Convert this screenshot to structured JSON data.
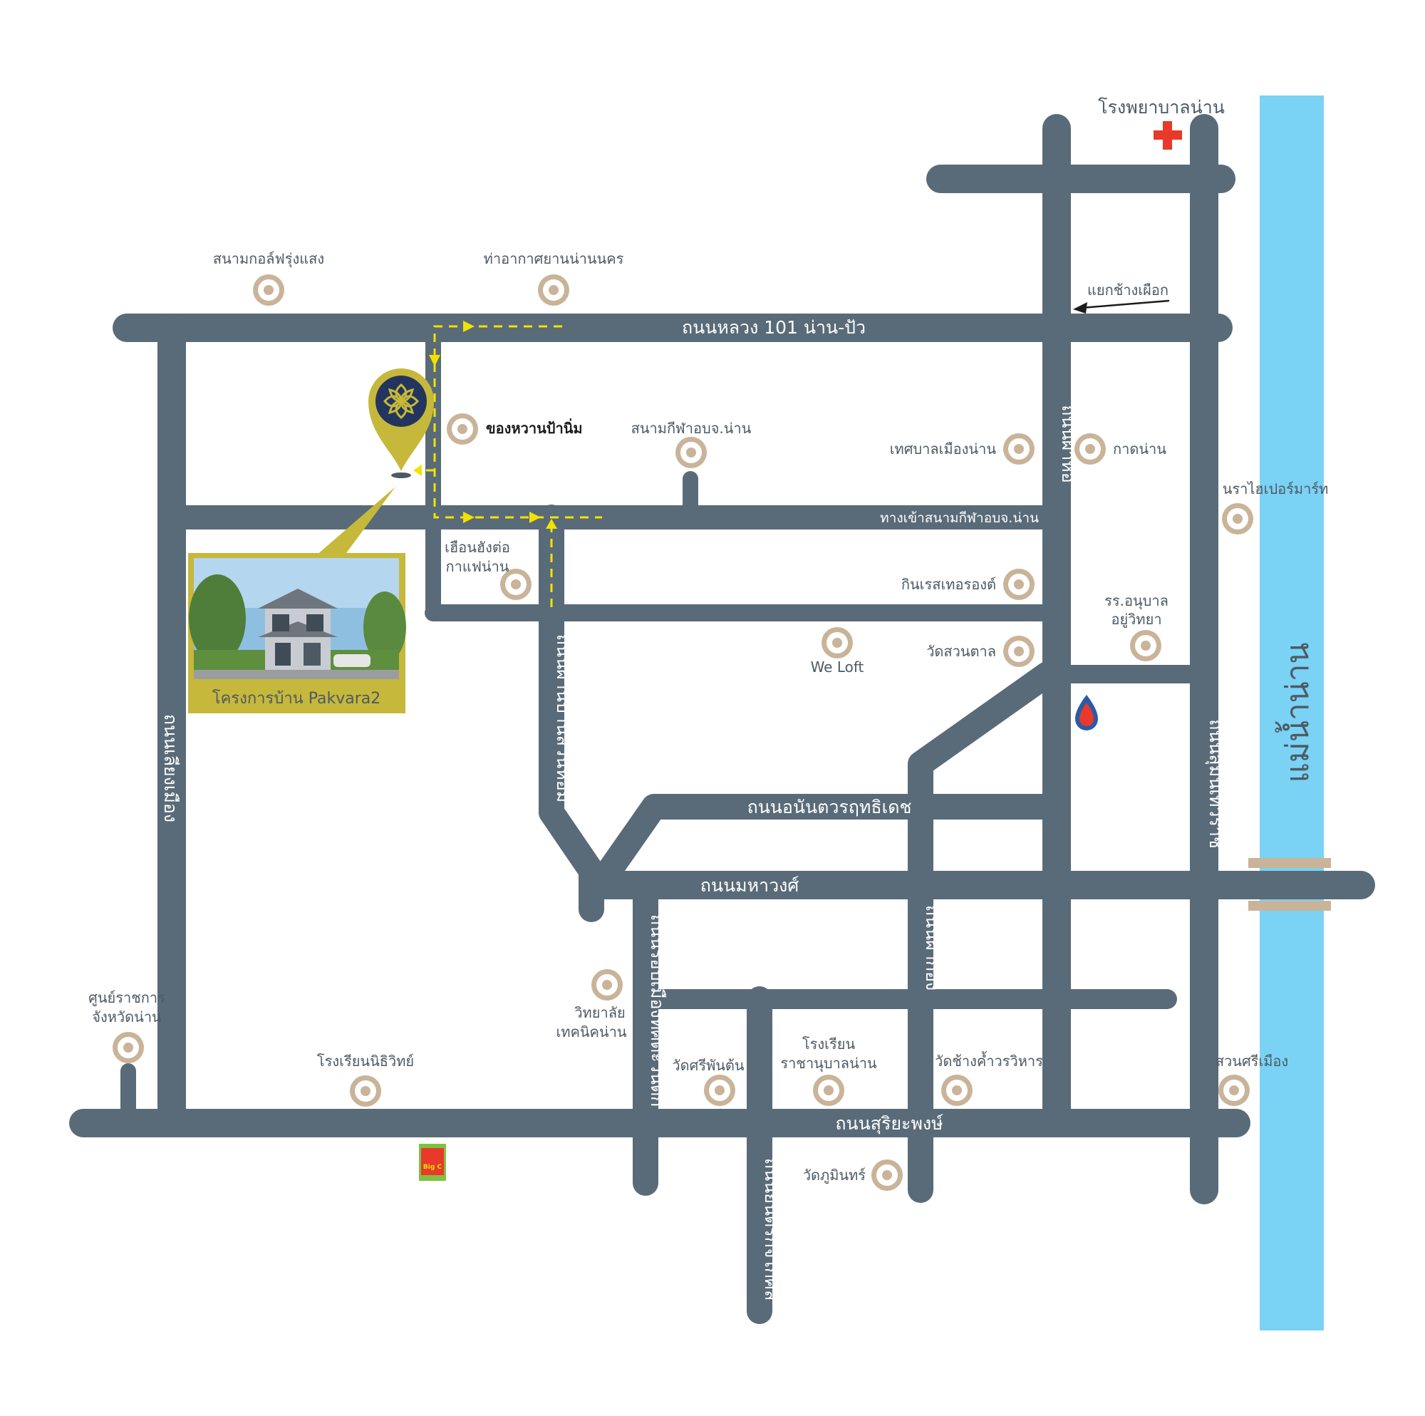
{
  "colors": {
    "road": "#596b78",
    "river": "#7ad2f4",
    "poi": "#c9b499",
    "route": "#f2e200",
    "pin": "#c6b83a",
    "pin_inner": "#23355f",
    "hospital_cross": "#e8392a",
    "bridge": "#c9b499"
  },
  "roads": {
    "highway": "ถนนหลวง 101 น่าน-ปัว",
    "stadium_entrance": "ทางเข้าสนามกีฬาอบจ.น่าน",
    "phaya": "ถนนผาหอ",
    "soi_suan_hom": "ถนนผ่านบ้านสวนหอม",
    "liang_mueang": "ถนนเลียงเมือง",
    "anantaworarit": "ถนนอนันตวรฤทธิเดช",
    "mahawong": "ถนนมหาวงศ์",
    "sumon_thewarat": "ถนนสุมนเทวราช",
    "rop_mueang": "ถนนรอบเมืองทิศตะวันตก",
    "pha_kong": "ถนนผากอง",
    "suriyaphong": "ถนนสุริยะพงษ์",
    "yantrakit": "ถนนยันตรกิจโกศล"
  },
  "river": {
    "label": "แม่น้ำน่าน"
  },
  "project": {
    "label": "โครงการบ้าน Pakvara2"
  },
  "places": {
    "hospital": "โรงพยาบาลน่าน",
    "golf": "สนามกอล์ฟรุ่งแสง",
    "airport": "ท่าอากาศยานน่านนคร",
    "junction": "แยกช้างเผือก",
    "sweets": "ของหวานป้านิ่ม",
    "stadium": "สนามกีฬาอบจ.น่าน",
    "municipality": "เทศบาลเมืองน่าน",
    "kad_nan": "กาดน่าน",
    "hypermart": "นราไฮเปอร์มาร์ท",
    "cafe_line1": "เฮือนฮังต่อ",
    "cafe_line2": "กาแฟน่าน",
    "restaurant": "กินเรสเทอรองต์",
    "kindergarten_line1": "รร.อนุบาล",
    "kindergarten_line2": "อยู่วิทยา",
    "weloft": "We Loft",
    "wat_suan_tan": "วัดสวนตาล",
    "gov_center_line1": "ศูนย์ราชการ",
    "gov_center_line2": "จังหวัดน่าน",
    "tech_college_line1": "วิทยาลัย",
    "tech_college_line2": "เทคนิคน่าน",
    "nithiwit": "โรงเรียนนิธิวิทย์",
    "wat_sri_phan_ton": "วัดศรีพันต้น",
    "ratchanuban_line1": "โรงเรียน",
    "ratchanuban_line2": "ราชานุบาลน่าน",
    "wat_chang_kham": "วัดช้างค้ำวรวิหาร",
    "suan_sri_mueang": "สวนศรีเมือง",
    "wat_phumin": "วัดภูมินทร์"
  },
  "icons": {
    "hospital": "red-cross-icon",
    "gas_station": "ptt-gas-station-icon",
    "supermarket": "big-c-logo-icon",
    "poi": "place-marker-icon",
    "location": "project-location-pin-icon"
  },
  "bigc": {
    "text": "Big C"
  }
}
